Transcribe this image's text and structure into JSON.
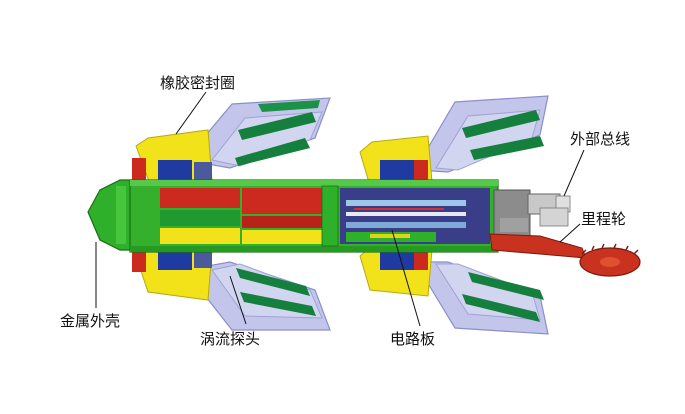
{
  "labels": {
    "rubber_seal_ring": "橡胶密封圈",
    "external_bus": "外部总线",
    "odometer_wheel": "里程轮",
    "metal_housing": "金属外壳",
    "eddy_current_probe": "涡流探头",
    "circuit_board": "电路板"
  },
  "colors": {
    "housing_green": "#2fb02a",
    "seal_yellow": "#f2e21a",
    "probe_blue": "#1f3aa0",
    "cup_lavender": "#b9bde6",
    "coil_green": "#15803d",
    "interior_red": "#cc2a1e",
    "wheel_red": "#c8321f"
  }
}
